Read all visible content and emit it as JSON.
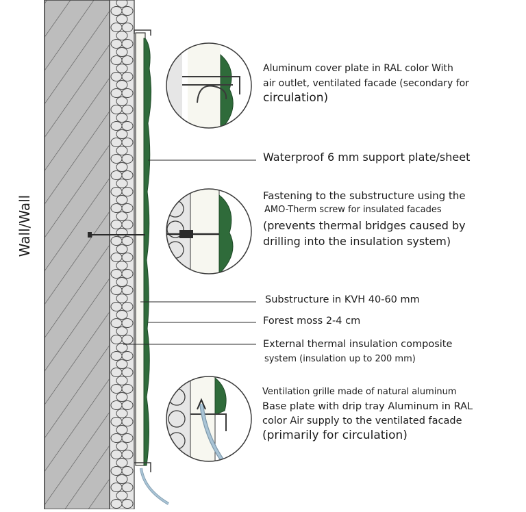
{
  "wall_label": "Wall/Wall",
  "annotations": [
    {
      "id": "cover-plate",
      "lines": [
        "Aluminum cover plate in RAL color With",
        "air outlet, ventilated facade (secondary for",
        "circulation)"
      ]
    },
    {
      "id": "support-plate",
      "lines": [
        "Waterproof 6 mm support plate/sheet"
      ]
    },
    {
      "id": "fastening",
      "lines": [
        "Fastening to the substructure using the",
        "AMO-Therm screw for insulated facades",
        "(prevents thermal bridges caused by",
        "drilling into the insulation system)"
      ]
    },
    {
      "id": "substructure",
      "lines": [
        "Substructure in KVH 40-60 mm"
      ]
    },
    {
      "id": "forest-moss",
      "lines": [
        "Forest moss 2-4 cm"
      ]
    },
    {
      "id": "insulation",
      "lines": [
        "External thermal insulation composite",
        "system (insulation up to 200 mm)"
      ]
    },
    {
      "id": "ventilation-grille",
      "lines": [
        "Ventilation grille made of natural aluminum",
        "Base plate with drip tray Aluminum in RAL",
        "color Air supply to the ventilated facade",
        "(primarily for circulation)"
      ]
    }
  ],
  "colors": {
    "wall_fill": "#bdbdbd",
    "hatch": "#5a5a5a",
    "insulation_fill": "#e6e6e6",
    "moss_green": "#2f6b3a",
    "support_plate": "#f7f7f0",
    "outline": "#3a3a3a",
    "pipe": "#a9c4d6"
  }
}
